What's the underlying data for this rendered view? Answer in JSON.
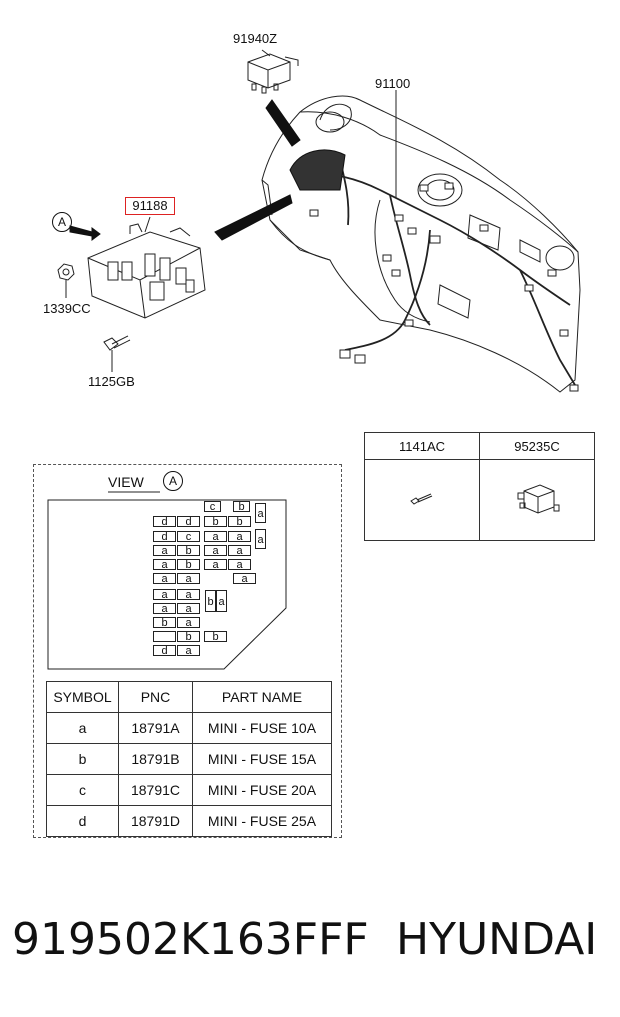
{
  "parts": {
    "relay_top": "91940Z",
    "main_harness": "91100",
    "junction_box": "91188",
    "nut": "1339CC",
    "bolt": "1125GB"
  },
  "view_marker": "A",
  "view": {
    "label": "VIEW",
    "marker": "A"
  },
  "fuse_labels": {
    "r1": [
      "c",
      "b"
    ],
    "r2": [
      "d",
      "d",
      "b",
      "b"
    ],
    "r3": [
      "d",
      "c",
      "a",
      "a"
    ],
    "r4": [
      "a",
      "b",
      "a",
      "a"
    ],
    "r5": [
      "a",
      "b",
      "a",
      "a"
    ],
    "r6": [
      "a",
      "a",
      "a"
    ],
    "r7": [
      "a",
      "a"
    ],
    "r8": [
      "a",
      "a"
    ],
    "r9": [
      "b",
      "a"
    ],
    "r10": [
      "b",
      "b"
    ],
    "r11": [
      "d",
      "a"
    ],
    "side": [
      "a",
      "a",
      "b",
      "a"
    ]
  },
  "legend": {
    "headers": [
      "SYMBOL",
      "PNC",
      "PART NAME"
    ],
    "rows": [
      [
        "a",
        "18791A",
        "MINI - FUSE 10A"
      ],
      [
        "b",
        "18791B",
        "MINI - FUSE 15A"
      ],
      [
        "c",
        "18791C",
        "MINI - FUSE 20A"
      ],
      [
        "d",
        "18791D",
        "MINI - FUSE 25A"
      ]
    ]
  },
  "hardware": {
    "col1": "1141AC",
    "col2": "95235C"
  },
  "footer": {
    "part_number": "919502K163FFF",
    "brand": "HYUNDAI"
  }
}
